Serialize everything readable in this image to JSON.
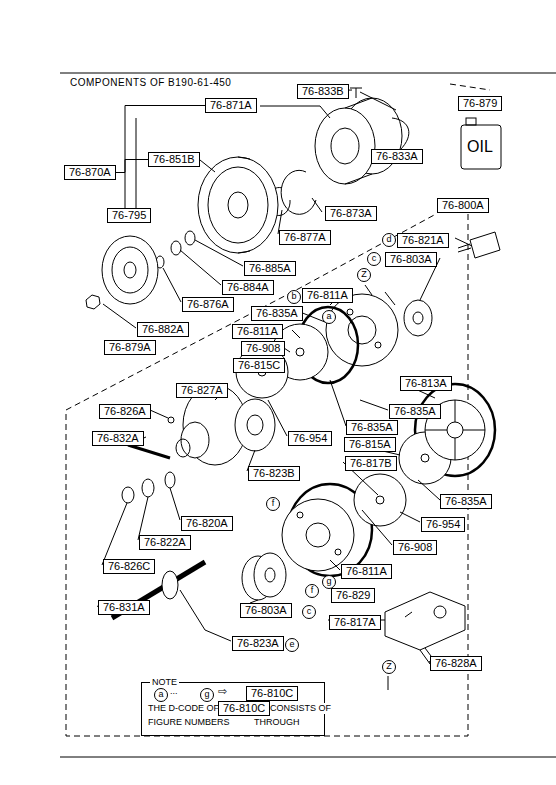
{
  "diagram": {
    "title": "COMPONENTS OF B190-61-450",
    "nodes": [
      {
        "text": [
          "76-833B"
        ]
      },
      {
        "text": [
          "76-871A"
        ]
      },
      {
        "text": [
          "76-879"
        ]
      },
      {
        "text": [
          "76-833A"
        ]
      },
      {
        "text": [
          "76-851B"
        ]
      },
      {
        "text": [
          "76-870A"
        ]
      },
      {
        "text": [
          "76-800A"
        ]
      },
      {
        "text": [
          "76-795"
        ]
      },
      {
        "text": [
          "76-873A"
        ]
      },
      {
        "text": [
          "76-877A"
        ]
      },
      {
        "text": [
          "d"
        ]
      },
      {
        "text": [
          "76-821A"
        ]
      },
      {
        "text": [
          "c"
        ]
      },
      {
        "text": [
          "76-803A"
        ]
      },
      {
        "text": [
          "76-885A"
        ]
      },
      {
        "text": [
          "Z"
        ]
      },
      {
        "text": [
          "76-884A"
        ]
      },
      {
        "text": [
          "b"
        ]
      },
      {
        "text": [
          "76-811A"
        ]
      },
      {
        "text": [
          "76-876A"
        ]
      },
      {
        "text": [
          "76-835A"
        ]
      },
      {
        "text": [
          "a"
        ]
      },
      {
        "text": [
          "76-882A"
        ]
      },
      {
        "text": [
          "76-811A"
        ]
      },
      {
        "text": [
          "76-879A"
        ]
      },
      {
        "text": [
          "76-908"
        ]
      },
      {
        "text": [
          "76-815C"
        ]
      },
      {
        "text": [
          "76-813A"
        ]
      },
      {
        "text": [
          "76-827A"
        ]
      },
      {
        "text": [
          "76-826A"
        ]
      },
      {
        "text": [
          "76-835A"
        ]
      },
      {
        "text": [
          "76-835A"
        ]
      },
      {
        "text": [
          "76-832A"
        ]
      },
      {
        "text": [
          "76-954"
        ]
      },
      {
        "text": [
          "76-815A"
        ]
      },
      {
        "text": [
          "76-817B"
        ]
      },
      {
        "text": [
          "76-823B"
        ]
      },
      {
        "text": [
          "76-835A"
        ]
      },
      {
        "text": [
          "f"
        ]
      },
      {
        "text": [
          "76-820A"
        ]
      },
      {
        "text": [
          "76-954"
        ]
      },
      {
        "text": [
          "76-822A"
        ]
      },
      {
        "text": [
          "76-908"
        ]
      },
      {
        "text": [
          "76-826C"
        ]
      },
      {
        "text": [
          "76-811A"
        ]
      },
      {
        "text": [
          "g"
        ]
      },
      {
        "text": [
          "f"
        ]
      },
      {
        "text": [
          "76-829"
        ]
      },
      {
        "text": [
          "76-831A"
        ]
      },
      {
        "text": [
          "76-803A"
        ]
      },
      {
        "text": [
          "c"
        ]
      },
      {
        "text": [
          "76-817A"
        ]
      },
      {
        "text": [
          "76-823A"
        ]
      },
      {
        "text": [
          "e"
        ]
      },
      {
        "text": [
          "Z"
        ]
      },
      {
        "text": [
          "76-828A"
        ]
      },
      {
        "text": [
          "NOTE",
          "THE D-CODE OF",
          "CONSISTS OF",
          "FIGURE NUMBERS",
          "THROUGH"
        ]
      },
      {
        "text": [
          "a"
        ],
        "in": 56
      },
      {
        "text": [
          "g"
        ],
        "in": 56
      },
      {
        "text": [
          "76-810C"
        ],
        "in": 56
      },
      {
        "text": [
          "76-810C"
        ],
        "in": 56
      }
    ],
    "edges": [
      {
        "from": 5,
        "to": 1,
        "arrow": "none"
      },
      {
        "from": 5,
        "to": 4,
        "arrow": "none"
      },
      {
        "from": 5,
        "to": 7,
        "arrow": "none"
      }
    ],
    "labels": [
      "OIL",
      "...",
      "⇨"
    ]
  }
}
